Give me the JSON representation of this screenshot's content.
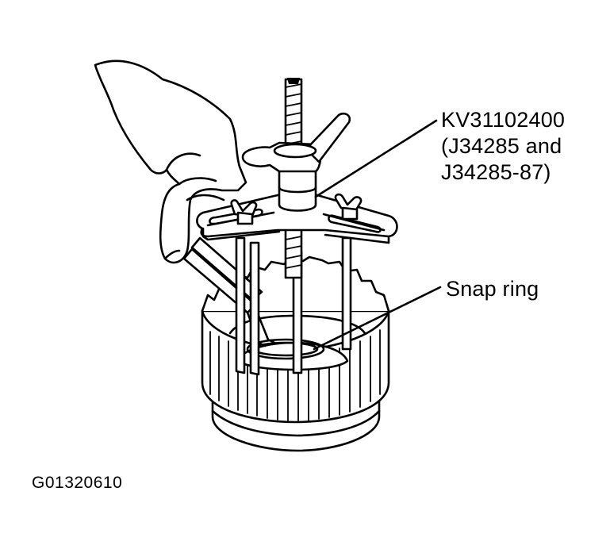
{
  "callouts": {
    "tool": {
      "line1": "KV31102400",
      "line2": "(J34285 and",
      "line3": "J34285-87)"
    },
    "snap_ring": "Snap ring"
  },
  "figure_id": "G01320610"
}
